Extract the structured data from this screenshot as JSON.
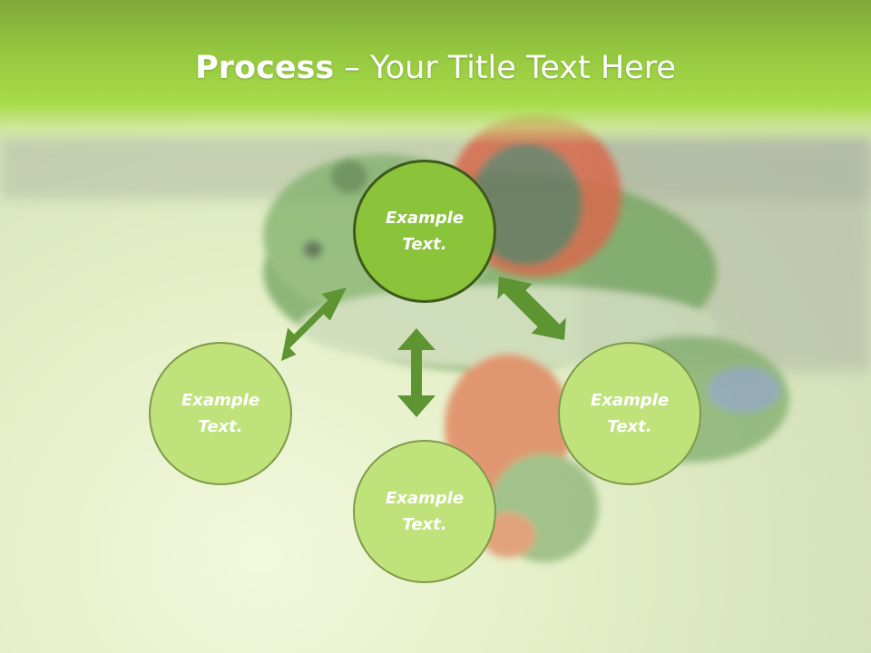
{
  "slide": {
    "title_bold": "Process",
    "title_rest": " – Your Title Text Here"
  },
  "nodes": {
    "center": "Example Text.",
    "left": "Example Text.",
    "right": "Example Text.",
    "bottom": "Example Text."
  },
  "colors": {
    "header_green": "#a8dc4a",
    "node_center_fill": "#8bc33a",
    "node_outer_fill": "#bfe27a",
    "arrow_green": "#5e9432",
    "title_text": "#ffffff"
  }
}
